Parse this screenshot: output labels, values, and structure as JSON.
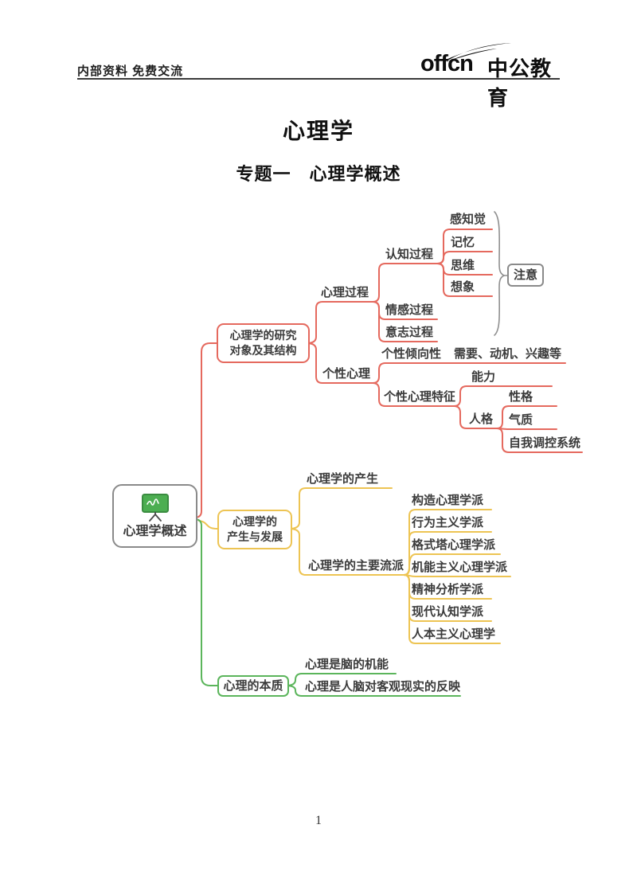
{
  "header": {
    "left_text": "内部资料 免费交流",
    "brand": {
      "latin": "offcn",
      "cn": "中公教育"
    }
  },
  "titles": {
    "main": "心理学",
    "section": "专题一　心理学概述"
  },
  "page": {
    "number": "1"
  },
  "colors": {
    "branch_research": "#e5695e",
    "branch_development": "#edc453",
    "branch_essence": "#5bb55b",
    "gray_node_border": "#8a8a8a",
    "text": "#3b3b3b",
    "icon_board_green": "#4cae51"
  },
  "mindmap": {
    "root": {
      "label": "心理学概述",
      "icon": "blackboard-icon"
    },
    "research": {
      "box_line1": "心理学的研究",
      "box_line2": "对象及其结构",
      "process": {
        "label": "心理过程",
        "cognitive": {
          "label": "认知过程",
          "children": [
            {
              "label": "感知觉"
            },
            {
              "label": "记忆"
            },
            {
              "label": "思维"
            },
            {
              "label": "想象"
            }
          ]
        },
        "emotion": {
          "label": "情感过程"
        },
        "will": {
          "label": "意志过程"
        },
        "attention": {
          "label": "注意"
        }
      },
      "personality": {
        "label": "个性心理",
        "tendency": {
          "label": "个性倾向性",
          "detail": "需要、动机、兴趣等"
        },
        "traits": {
          "label": "个性心理特征",
          "ability": {
            "label": "能力"
          },
          "renge": {
            "label": "人格",
            "children": [
              {
                "label": "性格"
              },
              {
                "label": "气质"
              },
              {
                "label": "自我调控系统"
              }
            ]
          }
        }
      }
    },
    "development": {
      "box_line1": "心理学的",
      "box_line2": "产生与发展",
      "origin": {
        "label": "心理学的产生"
      },
      "schools": {
        "label": "心理学的主要流派",
        "children": [
          {
            "label": "构造心理学派"
          },
          {
            "label": "行为主义学派"
          },
          {
            "label": "格式塔心理学派"
          },
          {
            "label": "机能主义心理学派"
          },
          {
            "label": "精神分析学派"
          },
          {
            "label": "现代认知学派"
          },
          {
            "label": "人本主义心理学"
          }
        ]
      }
    },
    "essence": {
      "label": "心理的本质",
      "children": [
        {
          "label": "心理是脑的机能"
        },
        {
          "label": "心理是人脑对客观现实的反映"
        }
      ]
    }
  }
}
